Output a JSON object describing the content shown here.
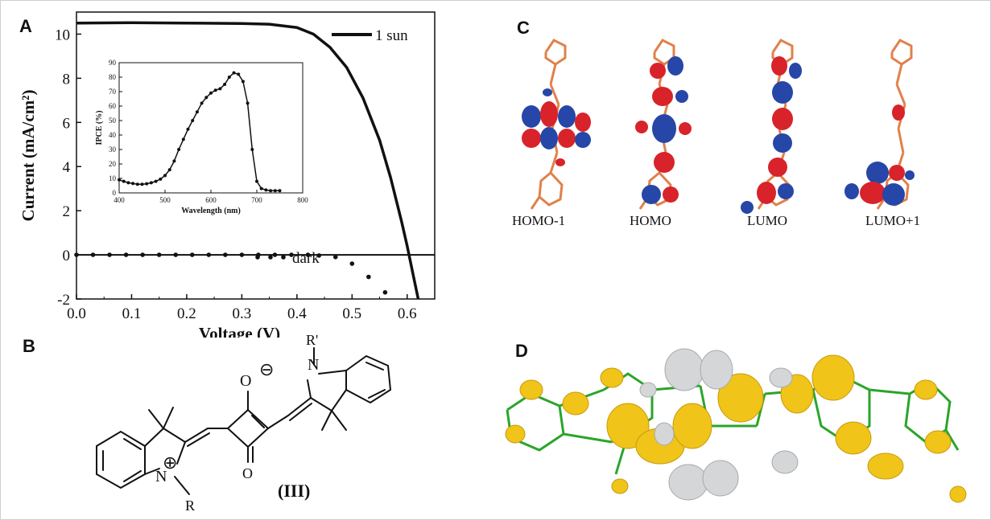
{
  "panels": {
    "a": {
      "letter": "A"
    },
    "b": {
      "letter": "B",
      "compound_label": "(III)",
      "atoms": {
        "o_minus": "O",
        "o_bottom": "O",
        "n_left": "N",
        "n_right": "N",
        "r_left": "R",
        "r_right": "R'",
        "charge_minus": "⊖",
        "charge_plus": "⊕"
      }
    },
    "c": {
      "letter": "C",
      "orbitals": [
        "HOMO-1",
        "HOMO",
        "LUMO",
        "LUMO+1"
      ]
    },
    "d": {
      "letter": "D"
    }
  },
  "chart_data": [
    {
      "type": "line",
      "xlabel": "Voltage (V)",
      "ylabel": "Current (mA/cm²)",
      "xlim": [
        0,
        0.65
      ],
      "ylim": [
        -2,
        11
      ],
      "x_ticks": [
        "0.0",
        "0.1",
        "0.2",
        "0.3",
        "0.4",
        "0.5",
        "0.6"
      ],
      "y_ticks": [
        "-2",
        "0",
        "2",
        "4",
        "6",
        "8",
        "10"
      ],
      "legend": [
        {
          "label": "1 sun"
        },
        {
          "label": "dark"
        }
      ],
      "series": [
        {
          "name": "1 sun",
          "style": "solid",
          "x": [
            0,
            0.1,
            0.2,
            0.3,
            0.35,
            0.4,
            0.43,
            0.46,
            0.49,
            0.52,
            0.55,
            0.57,
            0.59,
            0.6,
            0.61,
            0.62
          ],
          "y": [
            10.5,
            10.52,
            10.5,
            10.48,
            10.45,
            10.3,
            10.0,
            9.4,
            8.5,
            7.1,
            5.2,
            3.5,
            1.5,
            0.4,
            -0.8,
            -2
          ]
        },
        {
          "name": "dark",
          "style": "dotted",
          "x": [
            0.0,
            0.03,
            0.06,
            0.09,
            0.12,
            0.15,
            0.18,
            0.21,
            0.24,
            0.27,
            0.3,
            0.33,
            0.36,
            0.39,
            0.42,
            0.44,
            0.47,
            0.5,
            0.53,
            0.56
          ],
          "y": [
            0,
            0,
            0,
            0,
            0,
            0,
            0,
            0,
            0,
            0,
            0,
            0,
            0,
            0,
            0,
            -0.03,
            -0.1,
            -0.4,
            -1.0,
            -1.7
          ]
        }
      ]
    },
    {
      "type": "line",
      "xlabel": "Wavelength (nm)",
      "ylabel": "IPCE (%)",
      "xlim": [
        400,
        800
      ],
      "ylim": [
        0,
        90
      ],
      "x_ticks": [
        "400",
        "500",
        "600",
        "700",
        "800"
      ],
      "y_ticks": [
        "0",
        "10",
        "20",
        "30",
        "40",
        "50",
        "60",
        "70",
        "80",
        "90"
      ],
      "series": [
        {
          "name": "IPCE",
          "x": [
            400,
            410,
            420,
            430,
            440,
            450,
            460,
            470,
            480,
            490,
            500,
            510,
            520,
            530,
            540,
            550,
            560,
            570,
            580,
            590,
            600,
            610,
            620,
            630,
            640,
            650,
            660,
            670,
            680,
            690,
            700,
            710,
            720,
            730,
            740,
            750
          ],
          "y": [
            9,
            8,
            7,
            6.5,
            6,
            6,
            6.3,
            7,
            8,
            9.5,
            12,
            16,
            22,
            30,
            37,
            44,
            50,
            56,
            62,
            66,
            69,
            71,
            72,
            75,
            80,
            83,
            82,
            77,
            62,
            30,
            8,
            3,
            2,
            1.5,
            1.5,
            1.5
          ]
        }
      ]
    }
  ]
}
